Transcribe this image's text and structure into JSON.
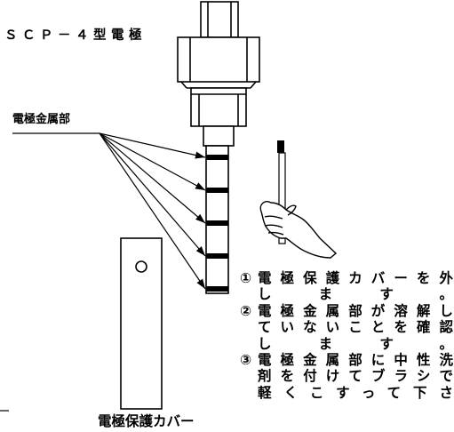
{
  "title": "ＳＣＰ－４型電極",
  "labels": {
    "electrode_metal_part": "電極金属部",
    "electrode_cover": "電極保護カバー"
  },
  "steps": [
    {
      "number": "①",
      "lines": [
        "電極保護カバーを外",
        "します。"
      ]
    },
    {
      "number": "②",
      "lines": [
        "電極金属部が溶解し",
        "ていないことを確認",
        "します。"
      ]
    },
    {
      "number": "③",
      "lines": [
        "電極金属部に中性洗",
        "剤を付けてブラシで",
        "軽くこすって下さ"
      ]
    }
  ],
  "colors": {
    "line": "#000000",
    "background": "#ffffff"
  }
}
